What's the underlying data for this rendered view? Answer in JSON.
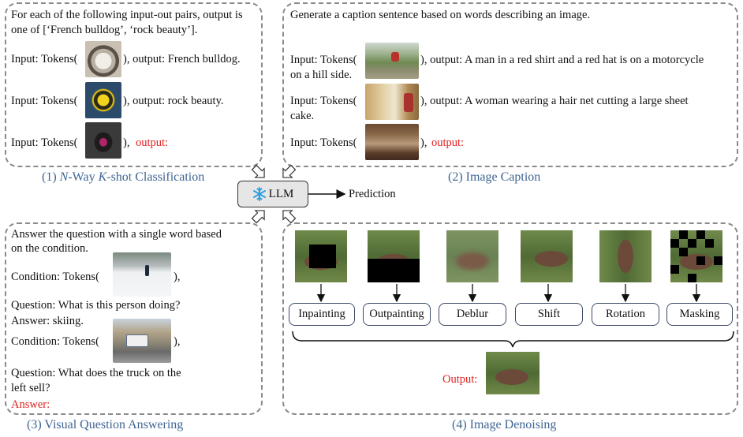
{
  "panel1": {
    "instruction": "For each of the following input-out pairs, output is one of [‘French bulldog’, ‘rock beauty’].",
    "rows": [
      {
        "prefix": "Input: Tokens(",
        "suffix": "), output: French bulldog.",
        "image": "french-bulldog-photo"
      },
      {
        "prefix": "Input: Tokens(",
        "suffix": "), output: rock beauty.",
        "image": "rock-beauty-fish-photo"
      },
      {
        "prefix": "Input: Tokens(",
        "suffix": "),",
        "query": "output:",
        "image": "query-dog-photo"
      }
    ],
    "caption_prefix": "(1) ",
    "caption_n": "N",
    "caption_mid": "-Way ",
    "caption_k": "K",
    "caption_suffix": "-shot Classification"
  },
  "panel2": {
    "instruction": "Generate a caption sentence based on words describing an image.",
    "rows": [
      {
        "prefix": "Input: Tokens(",
        "suffix": "), output: A man in a red shirt and a red hat is on a motorcycle",
        "cont": "on a hill side.",
        "image": "motorcycle-photo"
      },
      {
        "prefix": "Input: Tokens(",
        "suffix": "), output: A woman wearing a hair net cutting a large sheet",
        "cont": "cake.",
        "image": "kitchen-photo"
      },
      {
        "prefix": "Input: Tokens(",
        "suffix": "),",
        "query": "output:",
        "image": "restaurant-photo"
      }
    ],
    "caption": "(2) Image Caption"
  },
  "center": {
    "llm_label": "LLM",
    "llm_icon": "snowflake-icon",
    "prediction": "Prediction"
  },
  "panel3": {
    "instruction_l1": "Answer the question with a single word based",
    "instruction_l2": "on the condition.",
    "cond1_prefix": "Condition: Tokens(",
    "cond1_suffix": "),",
    "q1": "Question: What is this person doing?",
    "a1": "Answer: skiing.",
    "cond2_prefix": "Condition: Tokens(",
    "cond2_suffix": "),",
    "q2_l1": "Question: What does the truck on the",
    "q2_l2": "left sell?",
    "a2": "Answer:",
    "caption": "(3) Visual Question Answering"
  },
  "panel4": {
    "ops": [
      "Inpainting",
      "Outpainting",
      "Deblur",
      "Shift",
      "Rotation",
      "Masking"
    ],
    "output_label": "Output:",
    "caption": "(4) Image Denoising"
  },
  "colors": {
    "caption_blue": "#3f6593",
    "query_red": "#e02020",
    "llm_fill": "#e6e6e6",
    "icon_blue": "#2f9fe0"
  }
}
